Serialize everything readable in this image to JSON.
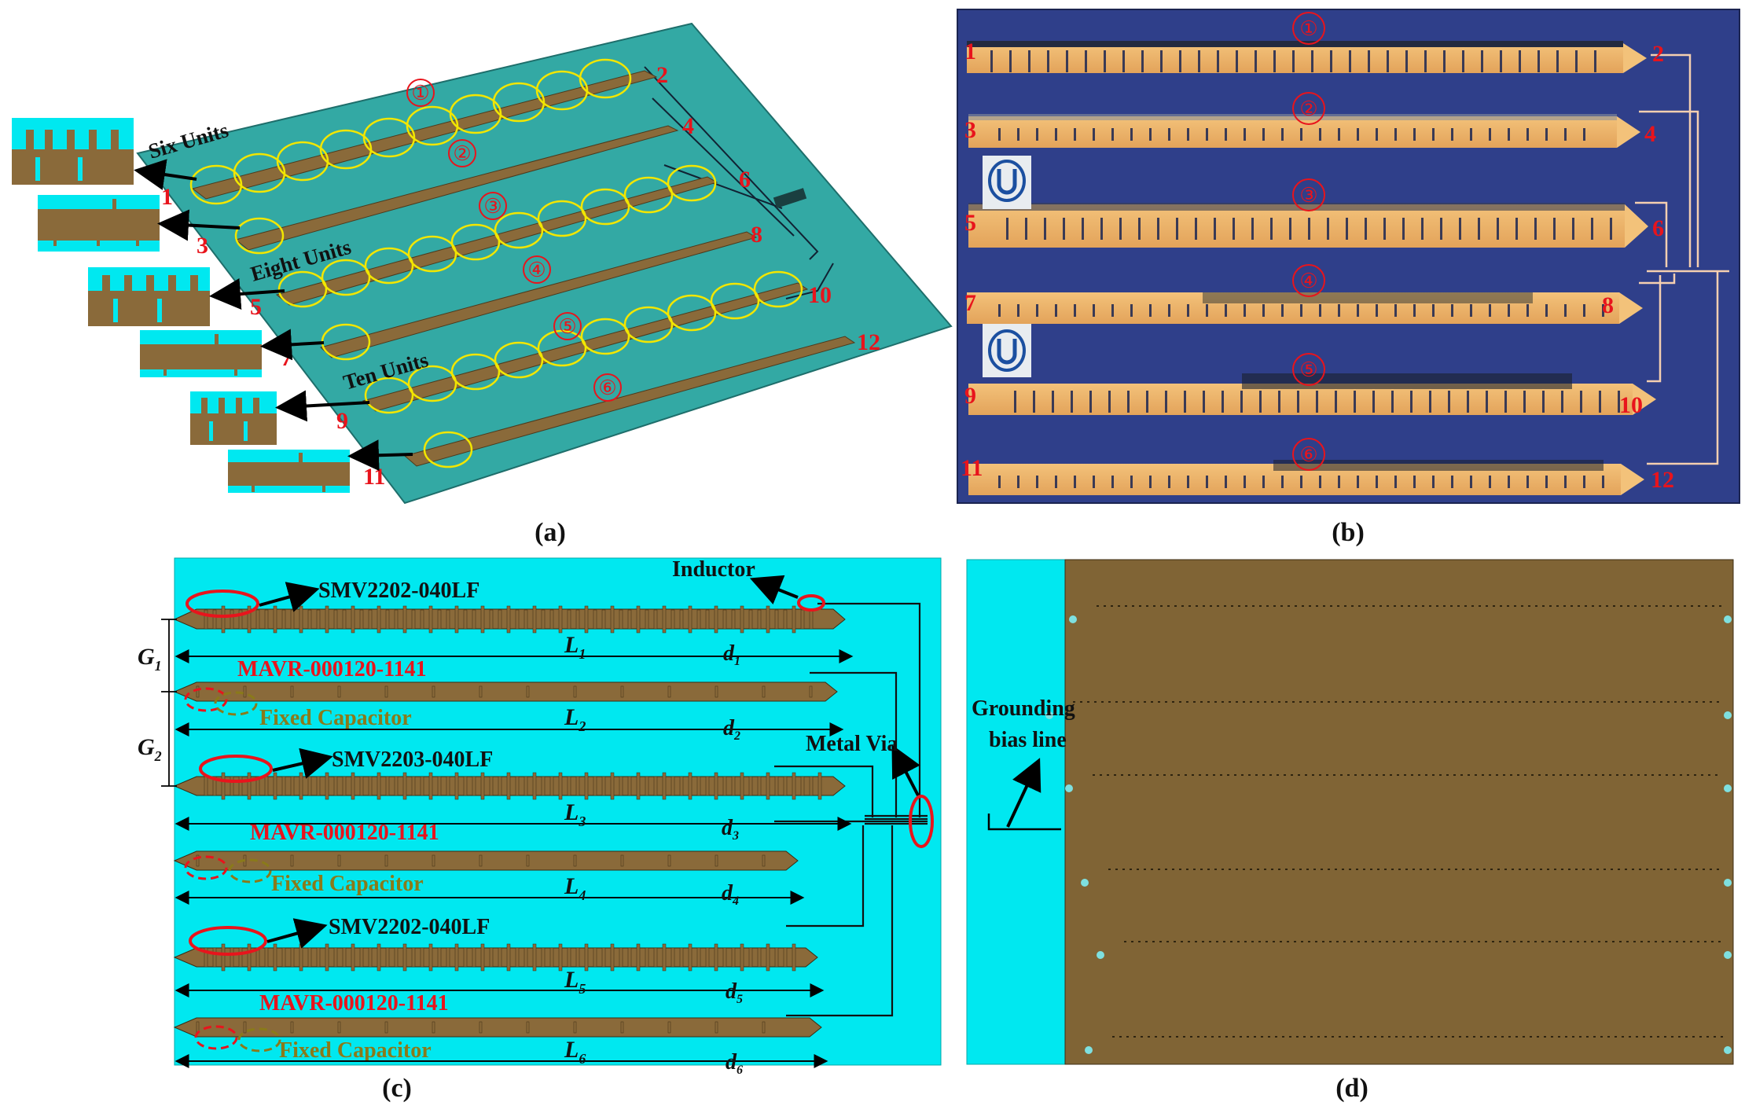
{
  "captions": {
    "a": "(a)",
    "b": "(b)",
    "c": "(c)",
    "d": "(d)"
  },
  "panel_a": {
    "port_numbers": [
      "1",
      "2",
      "3",
      "4",
      "5",
      "6",
      "7",
      "8",
      "9",
      "10",
      "11",
      "12"
    ],
    "line_markers": [
      "①",
      "②",
      "③",
      "④",
      "⑤",
      "⑥"
    ],
    "unit_labels": [
      "Six Units",
      "Eight Units",
      "Ten Units"
    ]
  },
  "panel_b": {
    "port_numbers": [
      "1",
      "2",
      "3",
      "4",
      "5",
      "6",
      "7",
      "8",
      "9",
      "10",
      "11",
      "12"
    ],
    "line_markers": [
      "①",
      "②",
      "③",
      "④",
      "⑤",
      "⑥"
    ]
  },
  "panel_c": {
    "diodes": [
      "SMV2202-040LF",
      "SMV2203-040LF",
      "SMV2202-040LF"
    ],
    "mavr": [
      "MAVR-000120-1141",
      "MAVR-000120-1141",
      "MAVR-000120-1141"
    ],
    "fixed_capacitor": [
      "Fixed Capacitor",
      "Fixed Capacitor",
      "Fixed Capacitor"
    ],
    "inductor": "Inductor",
    "metal_via": "Metal Via",
    "length_labels": [
      "L",
      "L",
      "L",
      "L",
      "L",
      "L"
    ],
    "length_subs": [
      "1",
      "2",
      "3",
      "4",
      "5",
      "6"
    ],
    "gap_labels": [
      "d",
      "d",
      "d",
      "d",
      "d",
      "d"
    ],
    "gap_subs": [
      "1",
      "2",
      "3",
      "4",
      "5",
      "6"
    ],
    "g_labels": [
      "G",
      "G"
    ],
    "g_subs": [
      "1",
      "2"
    ]
  },
  "panel_d": {
    "grounding_line1": "Grounding",
    "grounding_line2": "bias line"
  },
  "colors": {
    "substrate_cyan": "#00e8f0",
    "board_teal": "#33a9a4",
    "metal_brown": "#8a6a3a",
    "label_red": "#e8141c",
    "capacitor_olive": "#8a7a1a",
    "photo_bg": "#2f3f8a"
  }
}
